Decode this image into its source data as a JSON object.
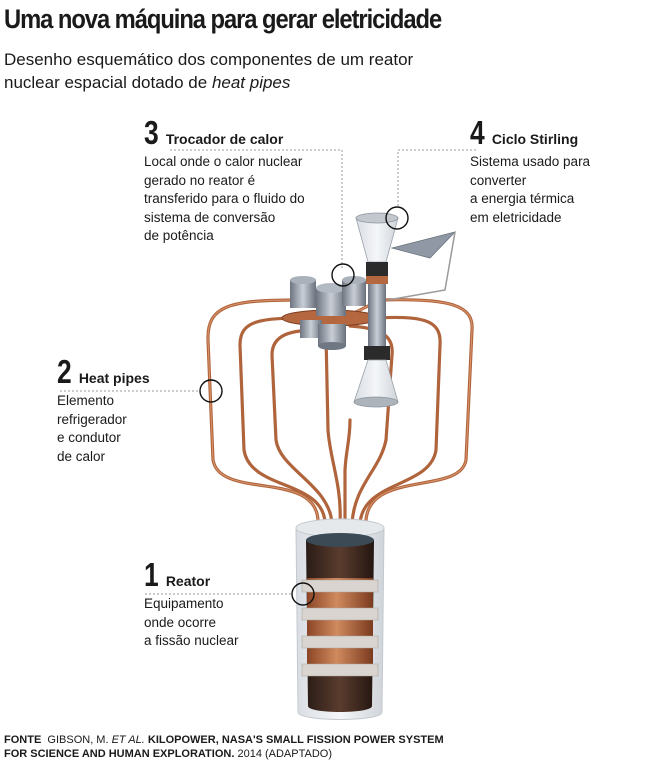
{
  "title": "Uma nova máquina para gerar eletricidade",
  "subtitle": {
    "line1": "Desenho esquemático dos componentes de um reator",
    "line2_prefix": "nuclear espacial dotado de ",
    "line2_italic": "heat pipes"
  },
  "callouts": [
    {
      "num": "3",
      "name": "Trocador de calor",
      "desc": [
        "Local onde o calor nuclear",
        "gerado no reator é",
        "transferido para o fluido do",
        "sistema de conversão",
        "de potência"
      ]
    },
    {
      "num": "4",
      "name": "Ciclo Stirling",
      "desc": [
        "Sistema usado para",
        "converter",
        "a energia térmica",
        "em eletricidade"
      ]
    },
    {
      "num": "2",
      "name": "Heat pipes",
      "desc": [
        "Elemento",
        "refrigerador",
        "e condutor",
        "de calor"
      ]
    },
    {
      "num": "1",
      "name": "Reator",
      "desc": [
        "Equipamento",
        "onde ocorre",
        "a fissão nuclear"
      ]
    }
  ],
  "footer": {
    "label": "FONTE",
    "source_prefix": "GIBSON, M. ",
    "source_italic": "ET AL.",
    "source_bold": " KILOPOWER, NASA'S SMALL FISSION POWER SYSTEM",
    "line2_bold": "FOR SCIENCE AND HUMAN EXPLORATION.",
    "line2_light": " 2014 (ADAPTADO)"
  },
  "colors": {
    "copper": "#b5683f",
    "copper_dark": "#7c3e22",
    "steel": "#8d96a2",
    "leader": "#9a9a9a"
  }
}
